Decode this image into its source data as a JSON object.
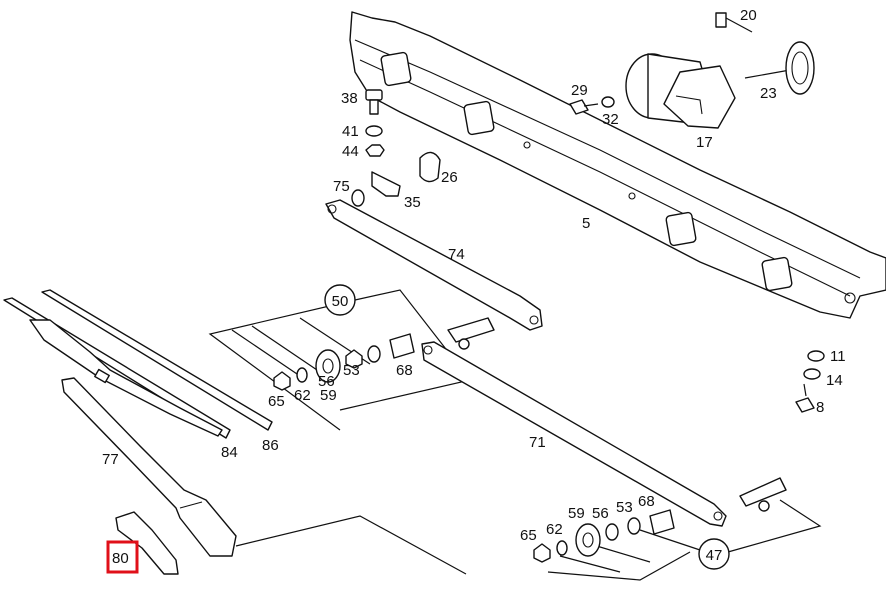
{
  "diagram": {
    "labels": {
      "p5": "5",
      "p8": "8",
      "p11": "11",
      "p14": "14",
      "p17": "17",
      "p20": "20",
      "p23": "23",
      "p26": "26",
      "p29": "29",
      "p32": "32",
      "p35": "35",
      "p38": "38",
      "p41": "41",
      "p44": "44",
      "p47": "47",
      "p50": "50",
      "p53a": "53",
      "p53b": "53",
      "p56a": "56",
      "p56b": "56",
      "p59a": "59",
      "p59b": "59",
      "p62a": "62",
      "p62b": "62",
      "p65a": "65",
      "p65b": "65",
      "p68a": "68",
      "p68b": "68",
      "p71": "71",
      "p74": "74",
      "p75": "75",
      "p77": "77",
      "p80": "80",
      "p84": "84",
      "p86": "86"
    },
    "highlight": {
      "label": "80",
      "color": "#e0101a"
    }
  }
}
